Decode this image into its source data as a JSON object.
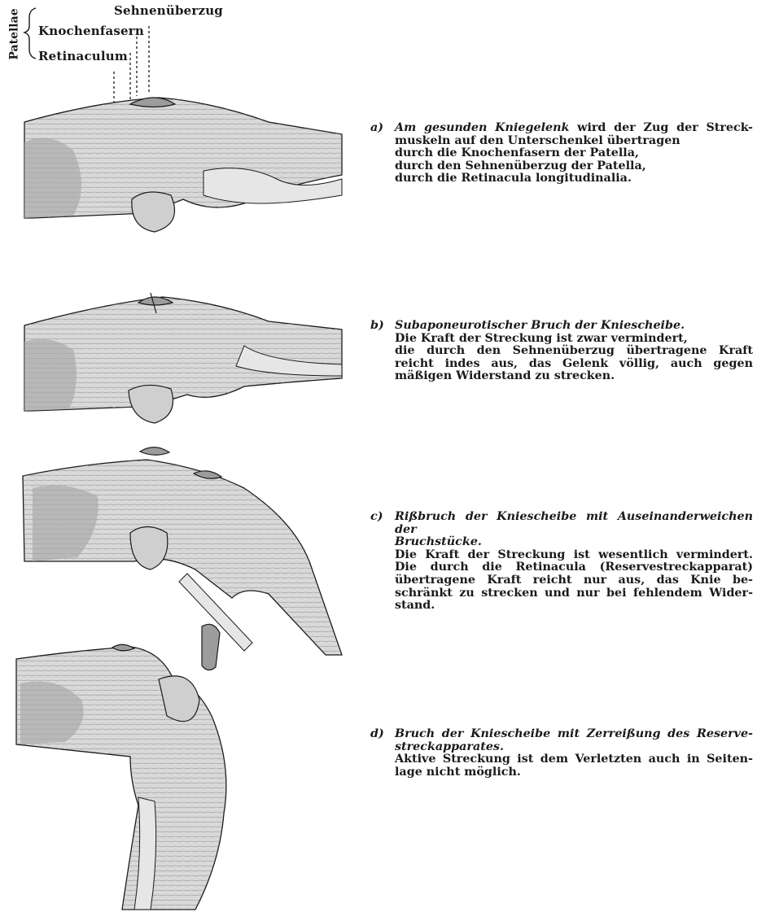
{
  "labels": {
    "patellae": "Patellae",
    "sehnenueberzug": "Sehnenüberzug",
    "knochenfasern": "Knochenfasern",
    "retinaculum": "Retinaculum"
  },
  "captions": {
    "a": {
      "letter": "a)",
      "lines": [
        {
          "italic": "Am gesunden Kniegelenk",
          "rest": " wird der Zug der Streck-"
        },
        {
          "italic": "",
          "rest": "muskeln auf den Unterschenkel übertragen"
        },
        {
          "italic": "",
          "rest": "durch die Knochenfasern der Patella,"
        },
        {
          "italic": "",
          "rest": "durch den Sehnenüberzug der Patella,"
        },
        {
          "italic": "",
          "rest": "durch die Retinacula longitudinalia."
        }
      ]
    },
    "b": {
      "letter": "b)",
      "title": "Subaponeurotischer Bruch der Kniescheibe.",
      "body": [
        "Die Kraft der Streckung ist zwar vermindert,",
        "die durch den Sehnenüberzug übertragene Kraft",
        "reicht indes aus, das Gelenk völlig, auch gegen",
        "mäßigen Widerstand zu strecken."
      ]
    },
    "c": {
      "letter": "c)",
      "title1": "Rißbruch der Kniescheibe mit Auseinanderweichen der",
      "title2": "Bruchstücke.",
      "body": [
        "Die Kraft der Streckung ist wesentlich vermindert.",
        "Die durch die Retinacula (Reservestreckapparat)",
        "übertragene Kraft reicht nur aus, das Knie be-",
        "schränkt zu strecken und nur bei fehlendem Wider-",
        "stand."
      ]
    },
    "d": {
      "letter": "d)",
      "title1": "Bruch der Kniescheibe mit Zerreißung des Reserve-",
      "title2": "streckapparates.",
      "body": [
        "Aktive Streckung ist dem Verletzten auch in Seiten-",
        "lage nicht möglich."
      ]
    }
  },
  "colors": {
    "ink": "#1a1a1a",
    "tissue": "#d8d8d8",
    "tissue_dark": "#b9b9b9",
    "muscle": "#a8a8a8"
  }
}
